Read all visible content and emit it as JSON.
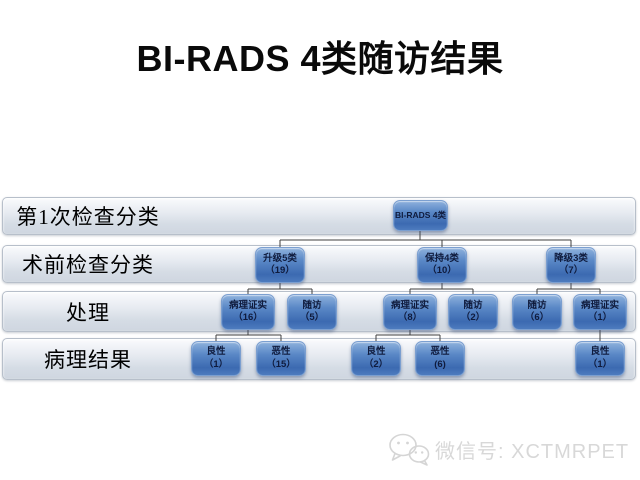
{
  "title": "BI-RADS 4类随访结果",
  "rows": [
    {
      "label": "第1次检查分类"
    },
    {
      "label": "术前检查分类"
    },
    {
      "label": "处理"
    },
    {
      "label": "病理结果"
    }
  ],
  "tree": {
    "root": {
      "label": "BI-RADS 4类"
    },
    "level2": [
      {
        "label": "升级5类",
        "count": "（19）"
      },
      {
        "label": "保持4类",
        "count": "（10）"
      },
      {
        "label": "降级3类",
        "count": "（7）"
      }
    ],
    "level3": [
      {
        "label": "病理证实",
        "count": "（16）"
      },
      {
        "label": "随访",
        "count": "（5）"
      },
      {
        "label": "病理证实",
        "count": "（8）"
      },
      {
        "label": "随访",
        "count": "（2）"
      },
      {
        "label": "随访",
        "count": "（6）"
      },
      {
        "label": "病理证实",
        "count": "（1）"
      }
    ],
    "level4": [
      {
        "label": "良性",
        "count": "（1）"
      },
      {
        "label": "恶性",
        "count": "（15）"
      },
      {
        "label": "良性",
        "count": "（2）"
      },
      {
        "label": "恶性",
        "count": "(6)"
      },
      {
        "label": "良性",
        "count": "（1）"
      }
    ]
  },
  "watermark": {
    "icon": "wechat-icon",
    "text": "微信号: XCTMRPET"
  },
  "colors": {
    "node_blue_top": "#8fb2dd",
    "node_blue_bottom": "#3c6ab1",
    "node_text": "#0f1b3d",
    "band_gray_top": "#fafbfd",
    "band_gray_bottom": "#cfd6e0",
    "connector": "#3f3f3f",
    "watermark_gray": "#d8d8d8",
    "background": "#ffffff"
  }
}
